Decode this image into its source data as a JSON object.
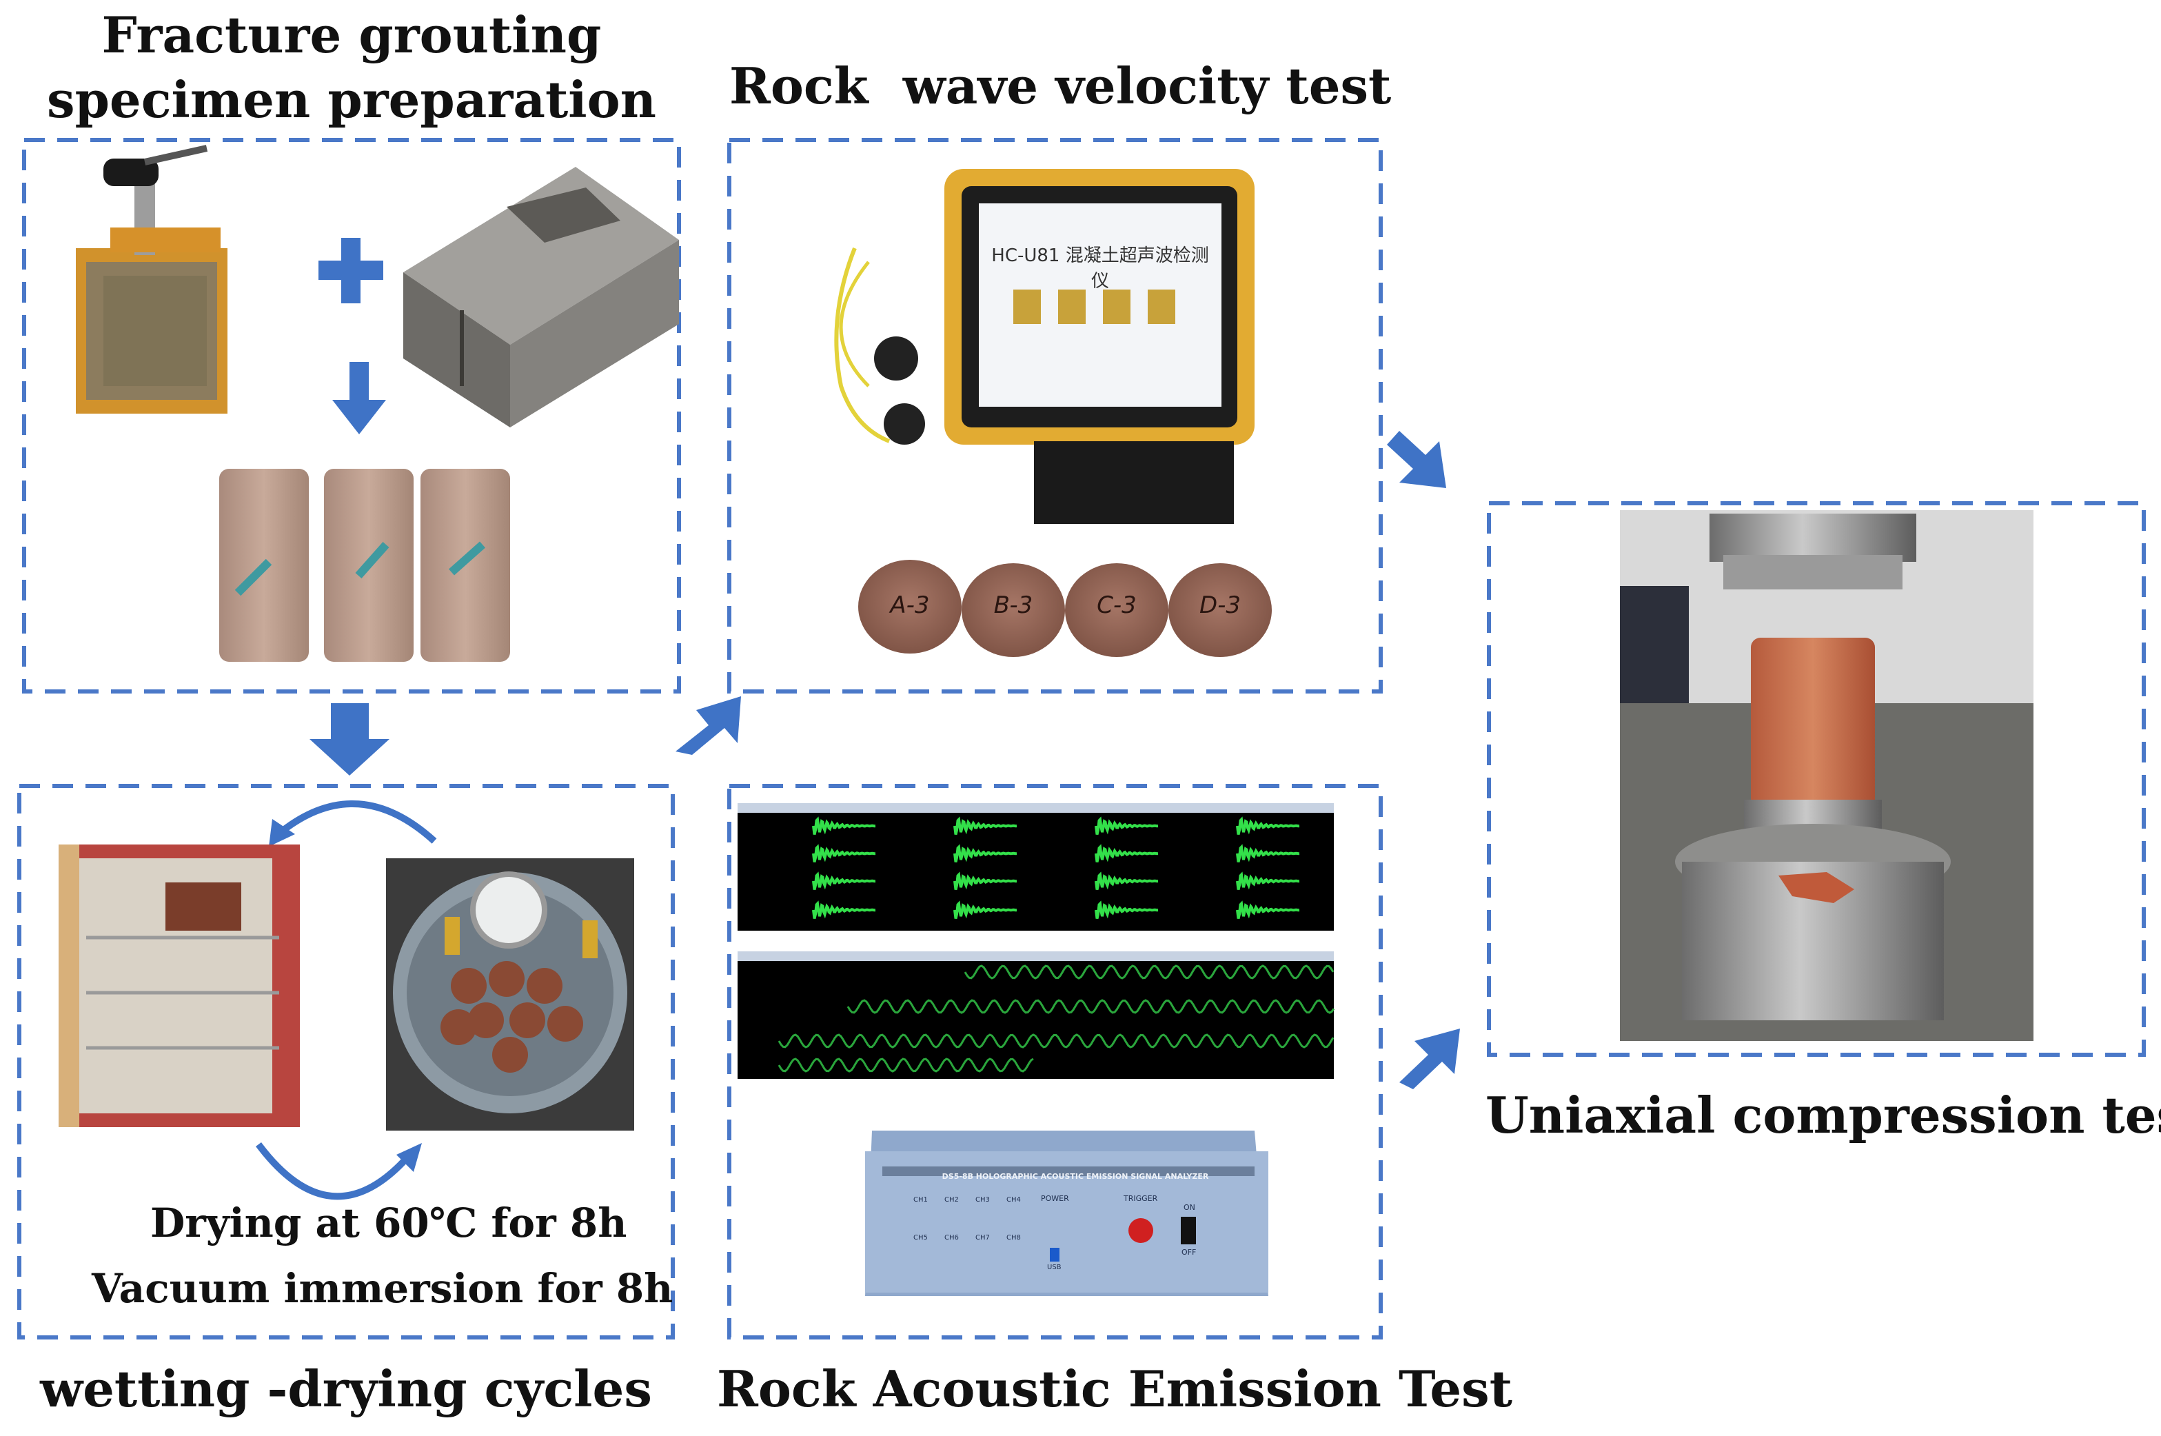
{
  "titles": {
    "prep_line1": "Fracture grouting",
    "prep_line2": "specimen preparation",
    "wave": "Rock  wave velocity test",
    "wetdry": "wetting -drying cycles",
    "acoustic": "Rock Acoustic Emission Test",
    "uniaxial": "Uniaxial compression test"
  },
  "cycle_captions": {
    "drying": "Drying at 60℃ for 8h",
    "vacuum": "Vacuum immersion for 8h"
  },
  "device": {
    "screen_title": "HC-U81 混凝土超声波检测仪"
  },
  "specimen_labels": [
    "A-3",
    "B-3",
    "C-3",
    "D-3"
  ],
  "analyzer": {
    "header": "DS5-8B HOLOGRAPHIC ACOUSTIC EMISSION SIGNAL ANALYZER",
    "channels": [
      "CH1",
      "CH2",
      "CH3",
      "CH4",
      "CH5",
      "CH6",
      "CH7",
      "CH8"
    ],
    "power": "POWER",
    "trigger": "TRIGGER",
    "on": "ON",
    "off": "OFF",
    "usb": "USB"
  },
  "colors": {
    "box_border": "#4a78c8",
    "arrow": "#3f73c6",
    "signal": "#33e04a"
  }
}
